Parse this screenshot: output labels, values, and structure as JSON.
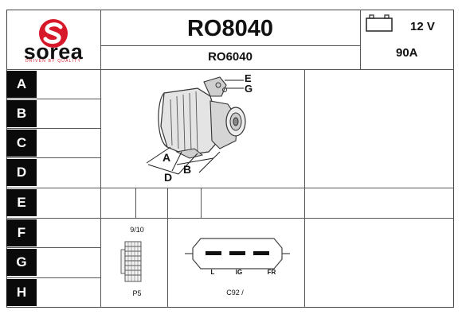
{
  "brand": {
    "name": "sorea",
    "tagline": "DRIVEN BY QUALITY",
    "logo_color": "#d7182a"
  },
  "header": {
    "main_ref": "RO8040",
    "sub_ref": "RO6040",
    "voltage": "12 V",
    "amperage": "90A"
  },
  "rows": [
    "A",
    "B",
    "C",
    "D",
    "E",
    "F",
    "G",
    "H"
  ],
  "diagram": {
    "labels": [
      "E",
      "G",
      "A",
      "B",
      "D"
    ]
  },
  "pulley": {
    "top_label": "9/10",
    "bottom_label": "P5"
  },
  "connector": {
    "pins": [
      "L",
      "IG",
      "FR"
    ],
    "code": "C92 /"
  }
}
